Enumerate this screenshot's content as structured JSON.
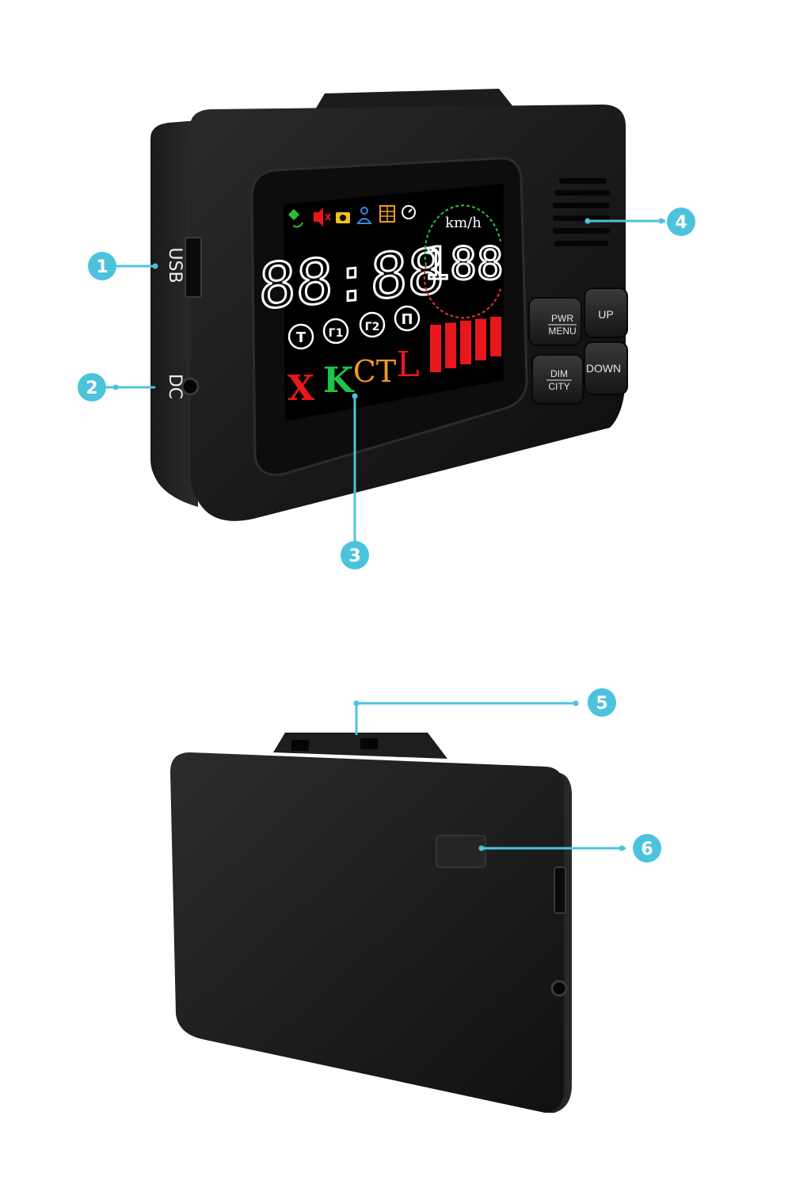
{
  "colors": {
    "callout": "#4cc3dc",
    "callout_text": "#ffffff",
    "device_body": "#151515",
    "screen_bg": "#000000",
    "band_x": "#e8171c",
    "band_k": "#1fc34a",
    "band_ct": "#f29a1b",
    "band_l": "#e8171c",
    "signal_bar": "#e8171c",
    "speed_ring_top": "#2bbf3a",
    "speed_ring_bottom": "#e23a3a"
  },
  "front_view": {
    "ports": {
      "usb_label": "USB",
      "dc_label": "DC"
    },
    "screen": {
      "status_icons": [
        "satellite-icon",
        "mute-icon",
        "camera-icon",
        "user-icon",
        "grid-icon",
        "timer-icon"
      ],
      "clock": "88:88",
      "speed_unit": "km/h",
      "speed_value": "188",
      "mode_icons": [
        "T",
        "Г1",
        "Г2",
        "П"
      ],
      "bands": [
        "X",
        "K",
        "CT",
        "L"
      ],
      "signal_level": 5
    },
    "buttons": {
      "pwr_label": "PWR",
      "menu_label": "MENU",
      "up_label": "UP",
      "dim_label": "DIM",
      "city_label": "CITY",
      "down_label": "DOWN"
    }
  },
  "callouts": [
    "1",
    "2",
    "3",
    "4",
    "5",
    "6"
  ]
}
